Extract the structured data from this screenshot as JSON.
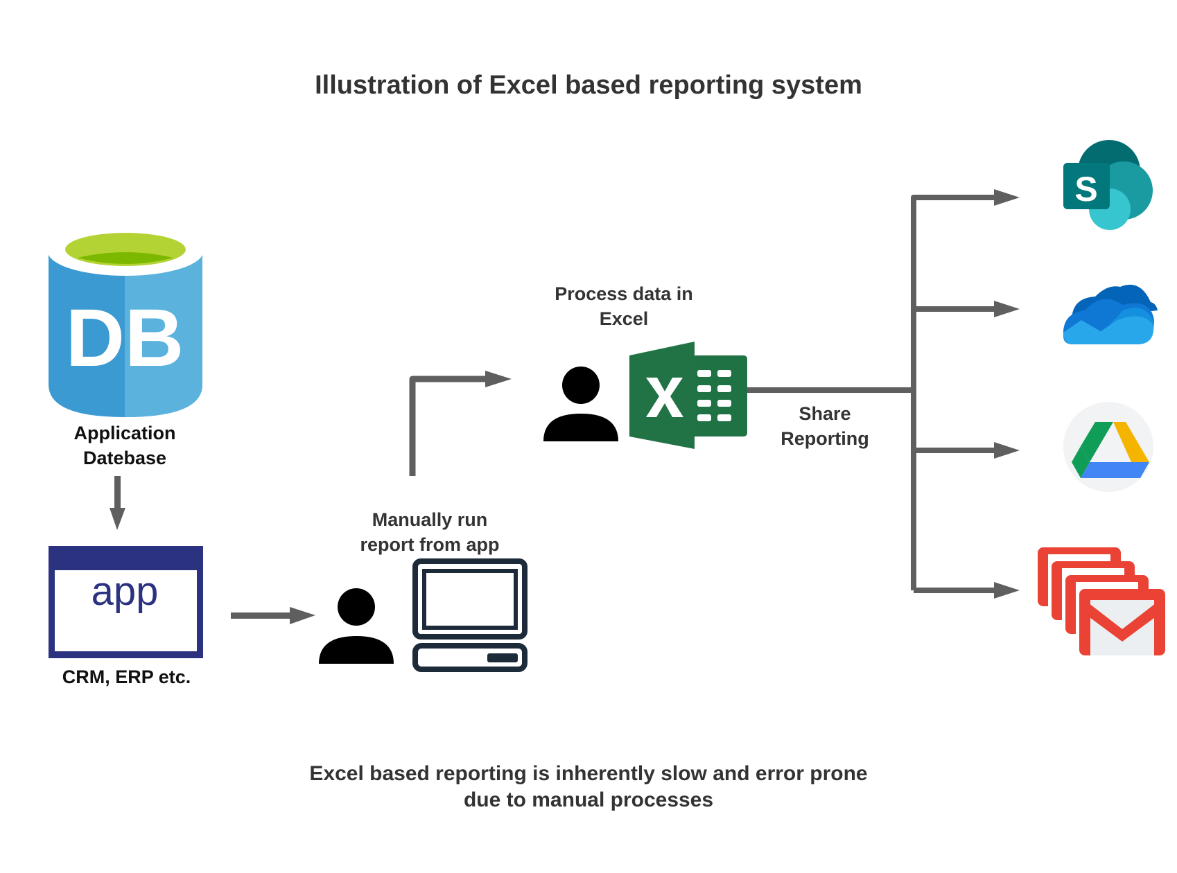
{
  "title": "Illustration of Excel based reporting system",
  "nodes": {
    "database": {
      "icon_text": "DB",
      "label_line1": "Application",
      "label_line2": "Datebase"
    },
    "app": {
      "icon_text": "app",
      "label": "CRM, ERP etc."
    },
    "manual_run": {
      "label_line1": "Manually run",
      "label_line2": "report from app"
    },
    "excel": {
      "label_line1": "Process data in",
      "label_line2": "Excel"
    },
    "share": {
      "label_line1": "Share",
      "label_line2": "Reporting"
    },
    "sharepoint": {
      "icon_text": "S"
    }
  },
  "footer": {
    "line1": "Excel based reporting is inherently slow and error prone",
    "line2": "due to manual processes"
  },
  "colors": {
    "arrow": "#5f5f5f",
    "db_blue": "#3a9bd5",
    "db_top": "#a4c639",
    "app_navy": "#2b2f7f",
    "excel_green": "#1f7244",
    "gmail_red": "#ea4335",
    "person": "#000000",
    "computer": "#1d2a3a"
  },
  "icons": [
    "database-icon",
    "app-window-icon",
    "person-icon",
    "computer-icon",
    "excel-icon",
    "sharepoint-icon",
    "onedrive-icon",
    "google-drive-icon",
    "gmail-icon"
  ]
}
